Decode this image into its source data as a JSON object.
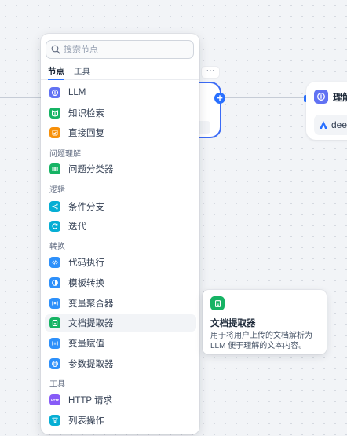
{
  "search": {
    "placeholder": "搜索节点"
  },
  "tabs": [
    {
      "label": "节点",
      "active": true
    },
    {
      "label": "工具",
      "active": false
    }
  ],
  "categories": {
    "question": "问题理解",
    "logic": "逻辑",
    "transform": "转换",
    "tools": "工具"
  },
  "items": [
    {
      "label": "LLM",
      "icon": "llm-icon",
      "color": "#6172f3"
    },
    {
      "label": "知识检索",
      "icon": "book-icon",
      "color": "#16b364"
    },
    {
      "label": "直接回复",
      "icon": "reply-icon",
      "color": "#f79009"
    },
    {
      "label": "问题分类器",
      "icon": "classifier-icon",
      "color": "#16b364"
    },
    {
      "label": "条件分支",
      "icon": "branch-icon",
      "color": "#06aed4"
    },
    {
      "label": "迭代",
      "icon": "iteration-icon",
      "color": "#06aed4"
    },
    {
      "label": "代码执行",
      "icon": "code-icon",
      "color": "#2e90fa"
    },
    {
      "label": "模板转换",
      "icon": "template-icon",
      "color": "#2e90fa"
    },
    {
      "label": "变量聚合器",
      "icon": "variable-aggregator-icon",
      "color": "#2e90fa"
    },
    {
      "label": "文档提取器",
      "icon": "document-extractor-icon",
      "color": "#16b364"
    },
    {
      "label": "变量赋值",
      "icon": "variable-assign-icon",
      "color": "#2e90fa"
    },
    {
      "label": "参数提取器",
      "icon": "parameter-extractor-icon",
      "color": "#2e90fa"
    },
    {
      "label": "HTTP 请求",
      "icon": "http-icon",
      "color": "#875bf7"
    },
    {
      "label": "列表操作",
      "icon": "list-filter-icon",
      "color": "#06aed4"
    }
  ],
  "tooltip": {
    "title": "文档提取器",
    "description": "用于将用户上传的文档解析为 LLM 便于理解的文本内容。",
    "icon": "document-extractor-icon"
  },
  "canvas": {
    "right_node_title": "理解",
    "right_node_model": "dee",
    "more_label": "···",
    "plus_label": "+"
  },
  "colors": {
    "accent": "#2970ff",
    "llm": "#6172f3",
    "green": "#16b364",
    "orange": "#f79009",
    "cyan": "#06aed4",
    "blue": "#2e90fa",
    "violet": "#875bf7"
  }
}
